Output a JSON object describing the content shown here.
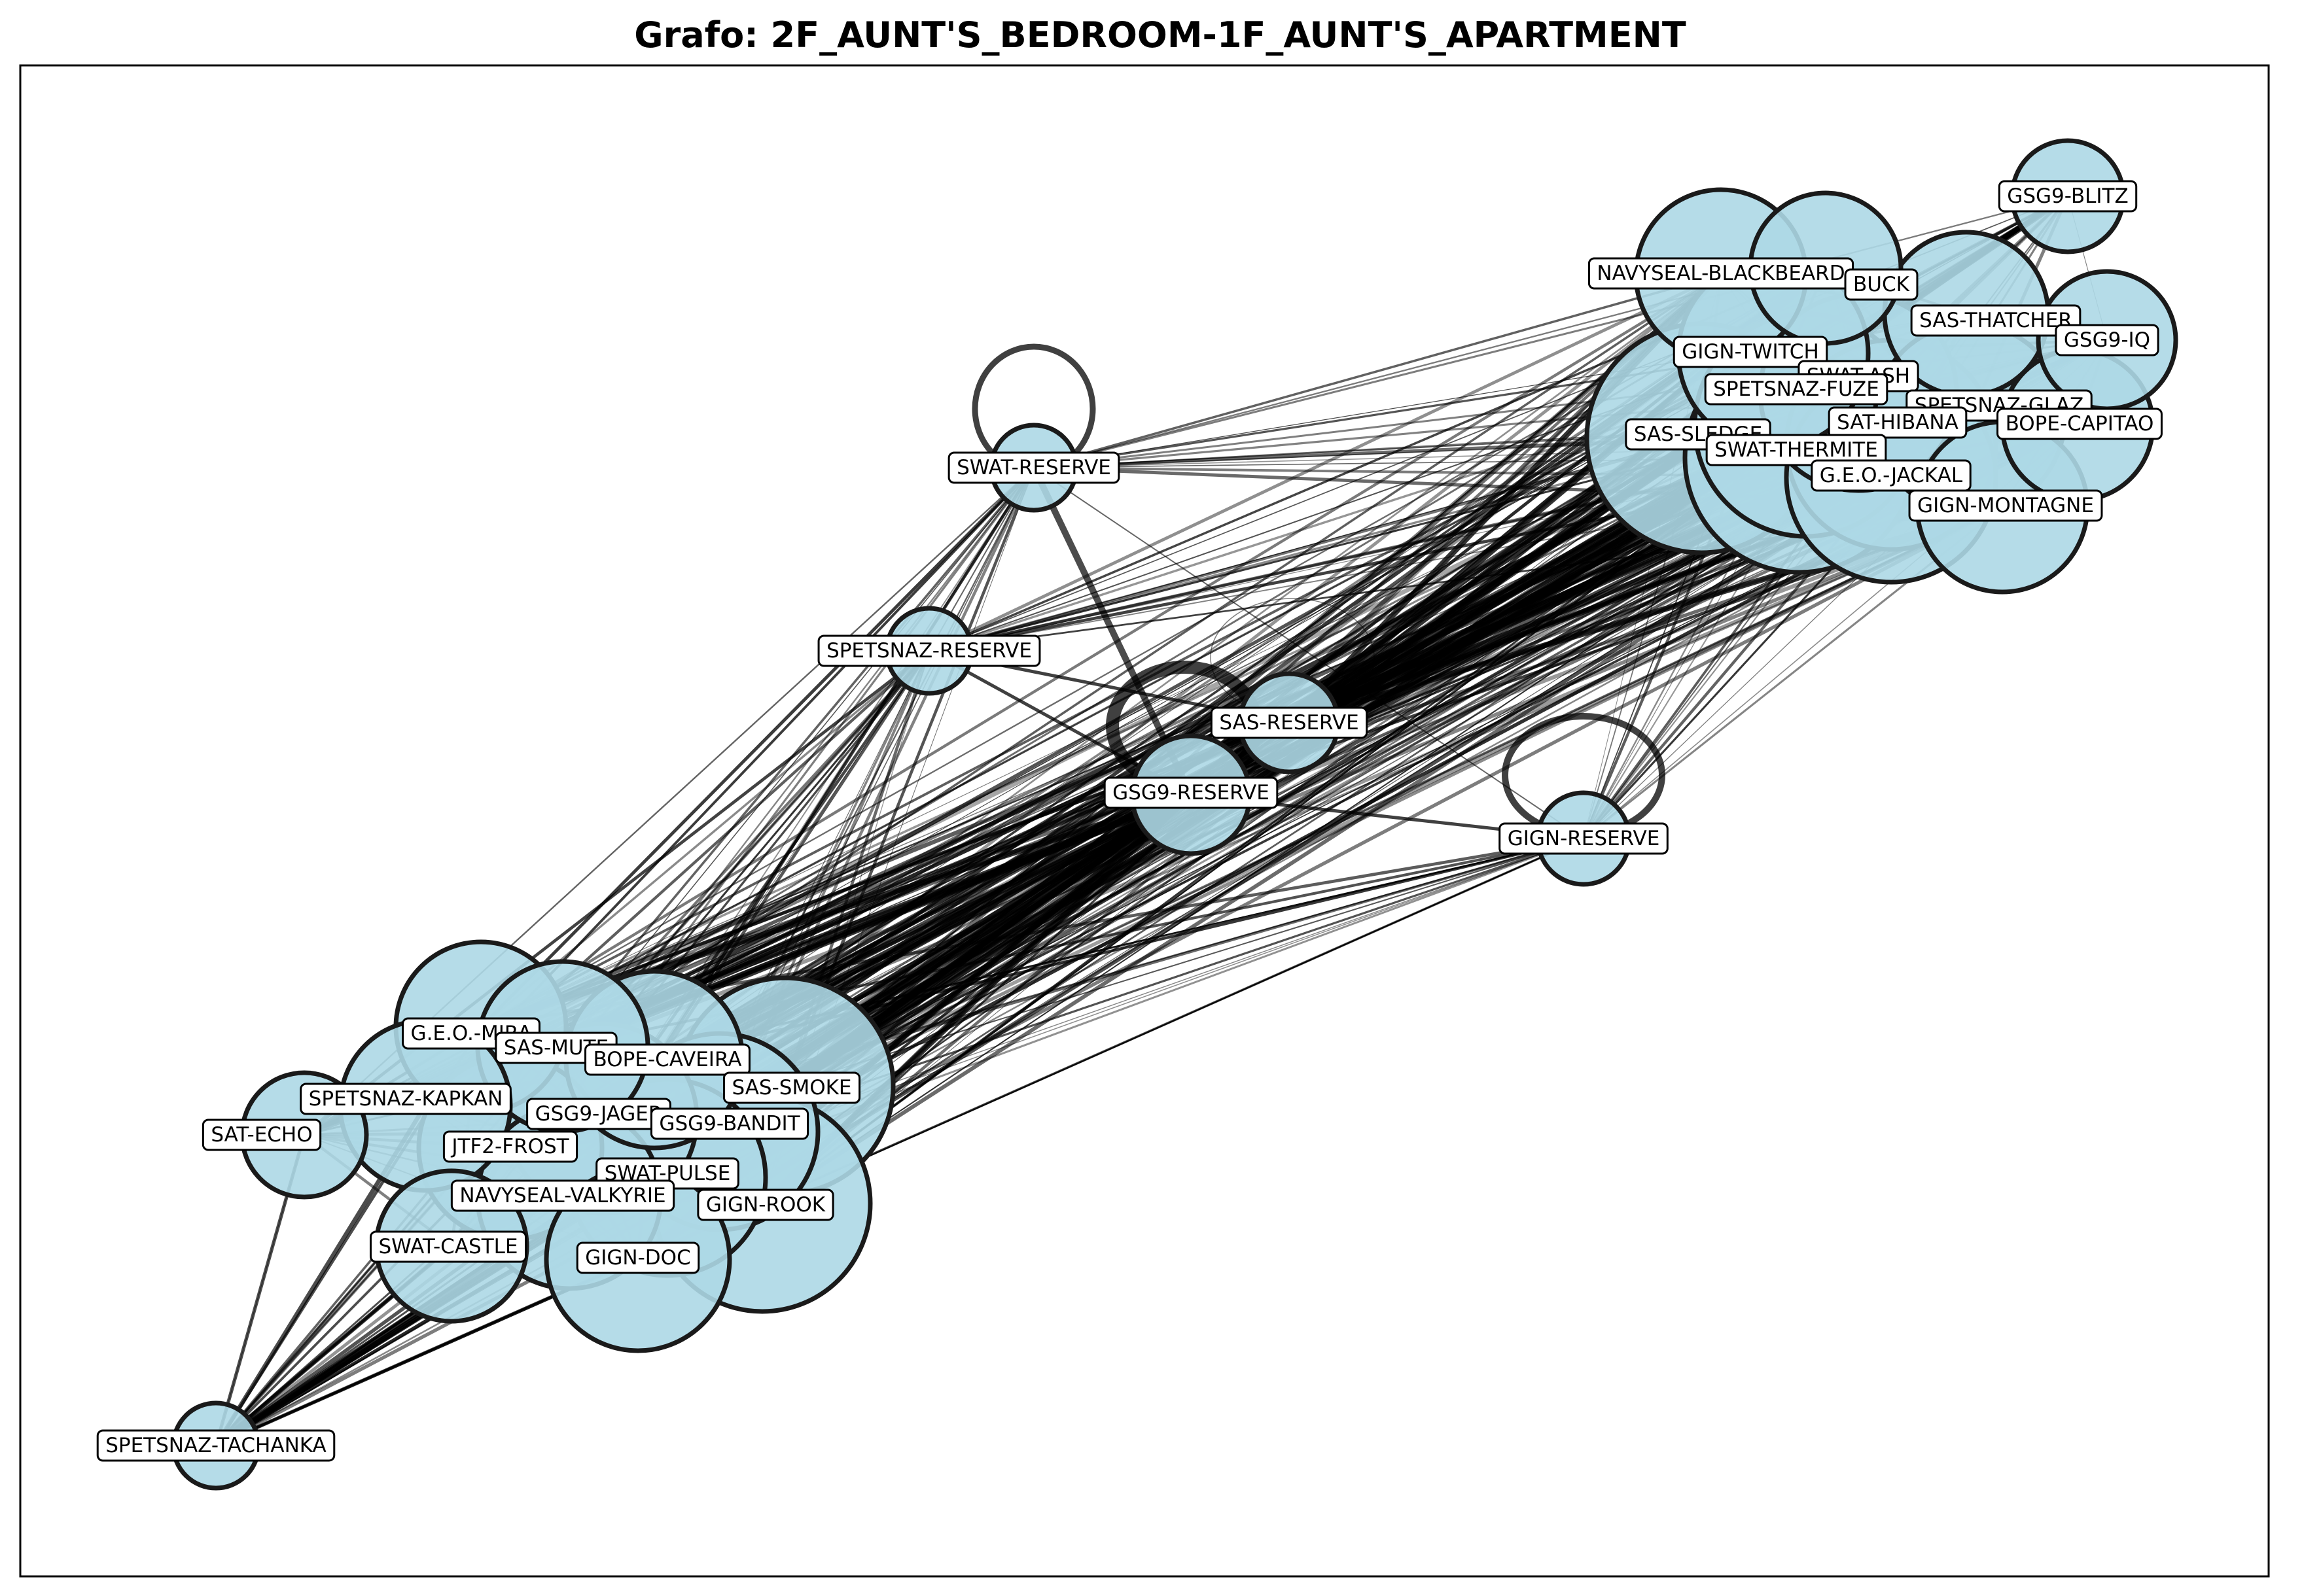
{
  "title": "Grafo: 2F_AUNT'S_BEDROOM-1F_AUNT'S_APARTMENT",
  "colors": {
    "node_fill": "#add8e6",
    "node_stroke": "#1a1a1a",
    "edge": "#000000",
    "label_bg": "#ffffff"
  },
  "nodes": [
    {
      "id": "GSG9-BLITZ",
      "label": "GSG9-BLITZ",
      "group": "attack"
    },
    {
      "id": "NAVYSEAL-BLACKBEARD",
      "label": "NAVYSEAL-BLACKBEARD",
      "group": "attack"
    },
    {
      "id": "BUCK",
      "label": "BUCK",
      "group": "attack"
    },
    {
      "id": "SAS-THATCHER",
      "label": "SAS-THATCHER",
      "group": "attack"
    },
    {
      "id": "GSG9-IQ",
      "label": "GSG9-IQ",
      "group": "attack"
    },
    {
      "id": "GIGN-TWITCH",
      "label": "GIGN-TWITCH",
      "group": "attack"
    },
    {
      "id": "SWAT-ASH",
      "label": "SWAT-ASH",
      "group": "attack"
    },
    {
      "id": "SPETSNAZ-FUZE",
      "label": "SPETSNAZ-FUZE",
      "group": "attack"
    },
    {
      "id": "SPETSNAZ-GLAZ",
      "label": "SPETSNAZ-GLAZ",
      "group": "attack"
    },
    {
      "id": "SAT-HIBANA",
      "label": "SAT-HIBANA",
      "group": "attack"
    },
    {
      "id": "BOPE-CAPITAO",
      "label": "BOPE-CAPITAO",
      "group": "attack"
    },
    {
      "id": "SAS-SLEDGE",
      "label": "SAS-SLEDGE",
      "group": "attack"
    },
    {
      "id": "SWAT-THERMITE",
      "label": "SWAT-THERMITE",
      "group": "attack"
    },
    {
      "id": "G.E.O.-JACKAL",
      "label": "G.E.O.-JACKAL",
      "group": "attack"
    },
    {
      "id": "GIGN-MONTAGNE",
      "label": "GIGN-MONTAGNE",
      "group": "attack"
    },
    {
      "id": "SWAT-RESERVE",
      "label": "SWAT-RESERVE",
      "group": "reserve"
    },
    {
      "id": "SPETSNAZ-RESERVE",
      "label": "SPETSNAZ-RESERVE",
      "group": "reserve"
    },
    {
      "id": "SAS-RESERVE",
      "label": "SAS-RESERVE",
      "group": "reserve"
    },
    {
      "id": "GSG9-RESERVE",
      "label": "GSG9-RESERVE",
      "group": "reserve"
    },
    {
      "id": "GIGN-RESERVE",
      "label": "GIGN-RESERVE",
      "group": "reserve"
    },
    {
      "id": "G.E.O.-MIRA",
      "label": "G.E.O.-MIRA",
      "group": "defense"
    },
    {
      "id": "SAS-MUTE",
      "label": "SAS-MUTE",
      "group": "defense"
    },
    {
      "id": "BOPE-CAVEIRA",
      "label": "BOPE-CAVEIRA",
      "group": "defense"
    },
    {
      "id": "SAS-SMOKE",
      "label": "SAS-SMOKE",
      "group": "defense"
    },
    {
      "id": "SPETSNAZ-KAPKAN",
      "label": "SPETSNAZ-KAPKAN",
      "group": "defense"
    },
    {
      "id": "SAT-ECHO",
      "label": "SAT-ECHO",
      "group": "defense"
    },
    {
      "id": "GSG9-JAGER",
      "label": "GSG9-JAGER",
      "group": "defense"
    },
    {
      "id": "GSG9-BANDIT",
      "label": "GSG9-BANDIT",
      "group": "defense"
    },
    {
      "id": "JTF2-FROST",
      "label": "JTF2-FROST",
      "group": "defense"
    },
    {
      "id": "SWAT-PULSE",
      "label": "SWAT-PULSE",
      "group": "defense"
    },
    {
      "id": "NAVYSEAL-VALKYRIE",
      "label": "NAVYSEAL-VALKYRIE",
      "group": "defense"
    },
    {
      "id": "GIGN-ROOK",
      "label": "GIGN-ROOK",
      "group": "defense"
    },
    {
      "id": "SWAT-CASTLE",
      "label": "SWAT-CASTLE",
      "group": "defense"
    },
    {
      "id": "GIGN-DOC",
      "label": "GIGN-DOC",
      "group": "defense"
    },
    {
      "id": "SPETSNAZ-TACHANKA",
      "label": "SPETSNAZ-TACHANKA",
      "group": "defense"
    }
  ]
}
